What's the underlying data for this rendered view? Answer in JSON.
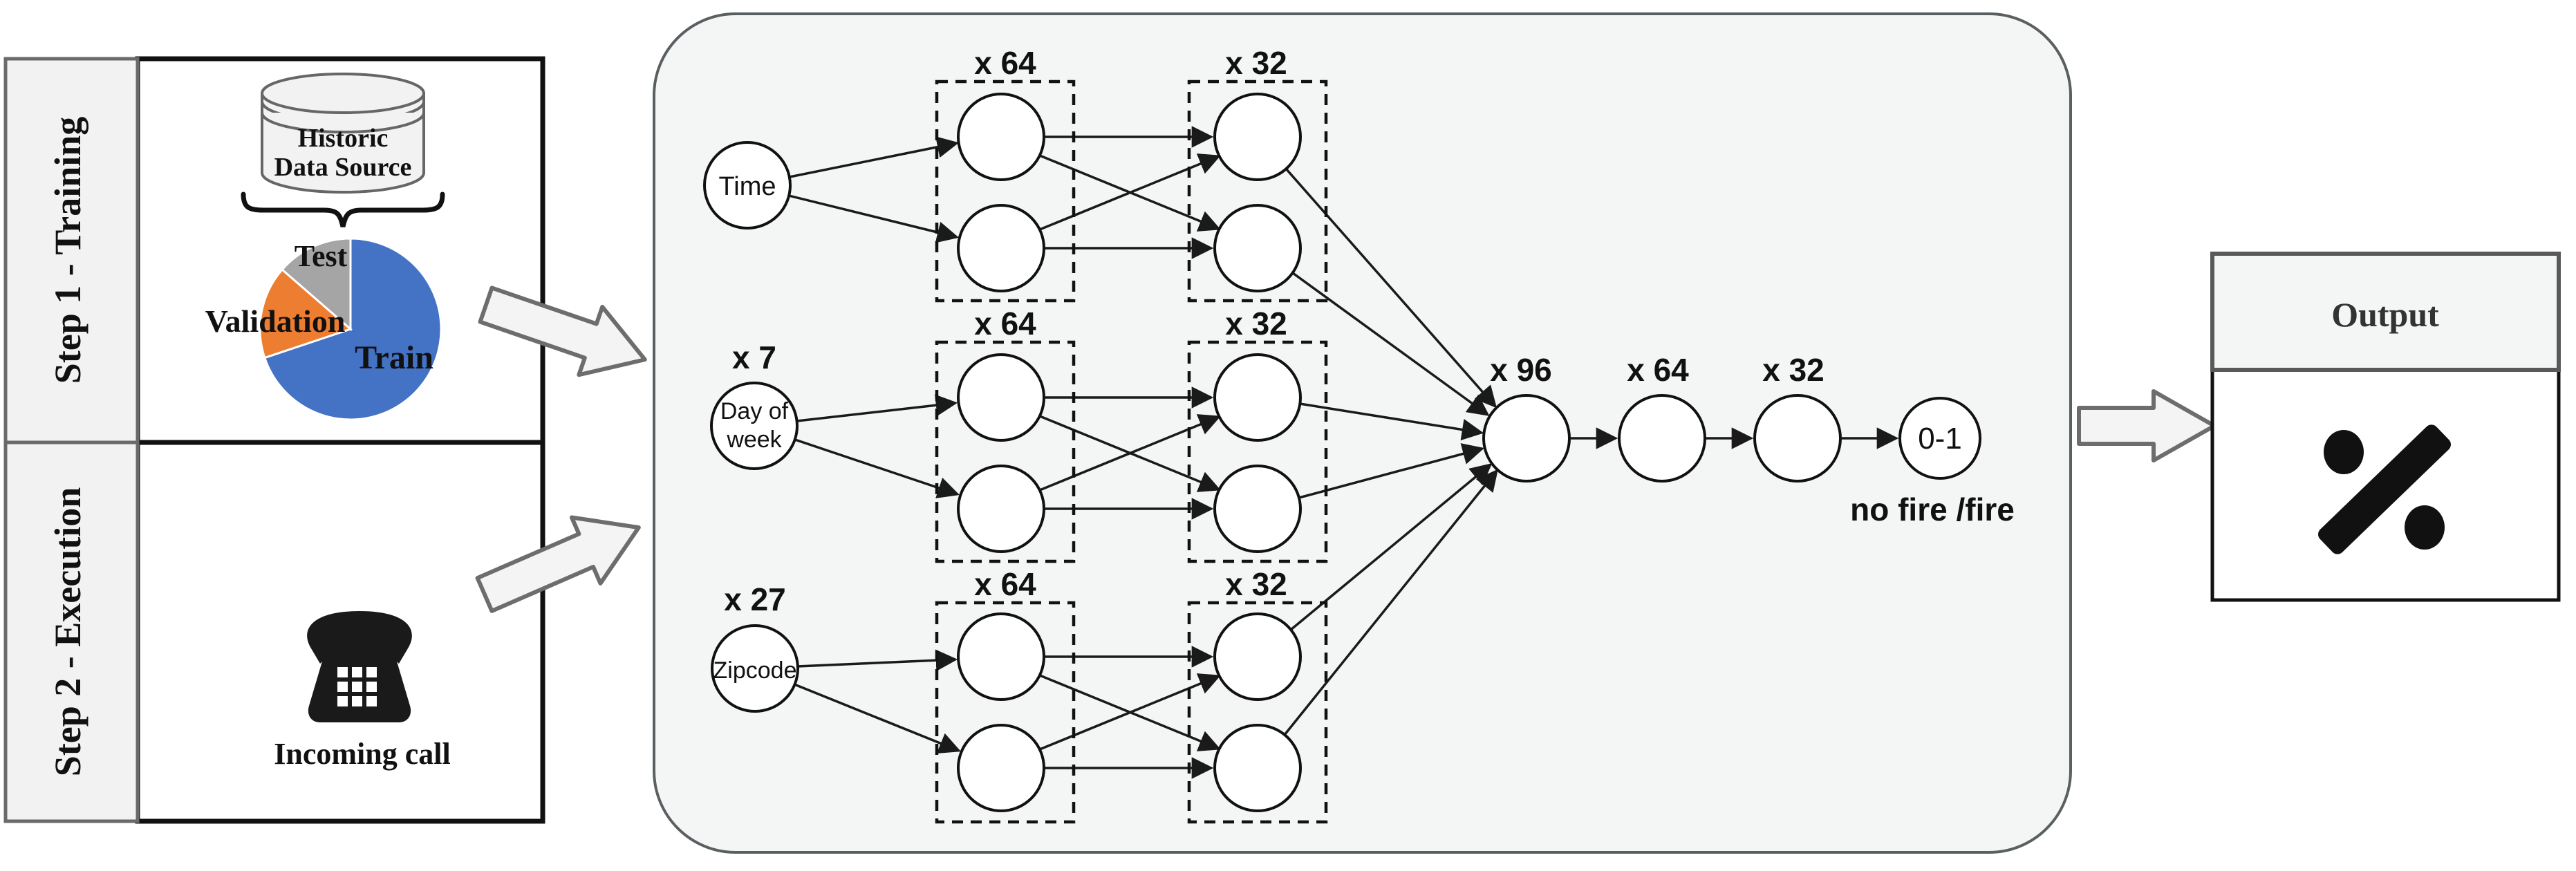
{
  "left_panel": {
    "step1_label": "Step 1 - Training",
    "step2_label": "Step 2 - Execution",
    "database": {
      "line1": "Historic",
      "line2": "Data Source"
    },
    "pie_labels": {
      "train": "Train",
      "validation": "Validation",
      "test": "Test"
    },
    "pie_colors": {
      "train": "#4472C4",
      "validation": "#ED7D31",
      "test": "#A5A5A5"
    },
    "incoming_call_label": "Incoming call"
  },
  "network": {
    "inputs": {
      "time": {
        "label": "Time"
      },
      "day_of_week": {
        "line1": "Day of",
        "line2": "week",
        "count": "x 7"
      },
      "zipcode": {
        "label": "Zipcode",
        "count": "x 27"
      }
    },
    "branch_layer1_label": "x 64",
    "branch_layer2_label": "x 32",
    "dense_labels": {
      "concat": "x 96",
      "hidden1": "x 64",
      "hidden2": "x 32"
    },
    "output_node_label": "0-1",
    "output_caption": "no fire /fire"
  },
  "output_panel": {
    "title": "Output"
  },
  "chart_data": {
    "type": "pie",
    "labels": [
      "Train",
      "Validation",
      "Test"
    ],
    "values": [
      70,
      17,
      13
    ],
    "colors": [
      "#4472C4",
      "#ED7D31",
      "#A5A5A5"
    ],
    "legend_position": "labels-on-slices"
  }
}
